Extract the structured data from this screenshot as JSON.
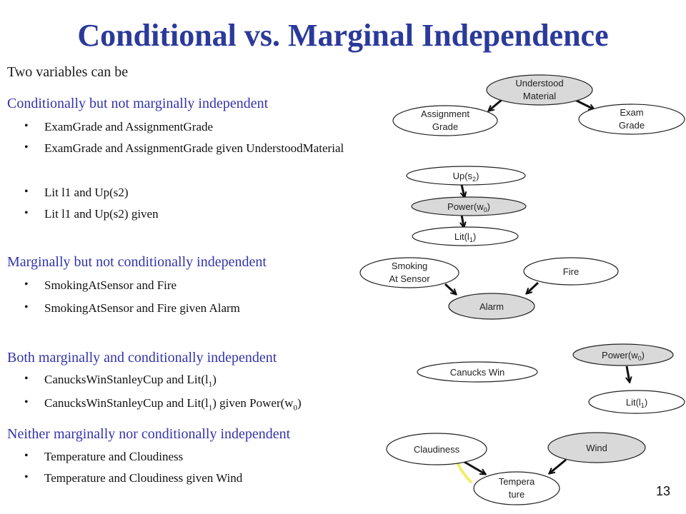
{
  "slide": {
    "title": "Conditional vs. Marginal Independence",
    "intro": "Two variables can be",
    "page_number": "13"
  },
  "sections": [
    {
      "heading": "Conditionally but not marginally independent",
      "bullets": [
        "ExamGrade and AssignmentGrade",
        "ExamGrade and AssignmentGrade given UnderstoodMaterial",
        "Lit l1 and  Up(s2)",
        "Lit l1 and  Up(s2) given"
      ]
    },
    {
      "heading": "Marginally but not conditionally independent",
      "bullets": [
        "SmokingAtSensor and Fire",
        "SmokingAtSensor and Fire given Alarm"
      ]
    },
    {
      "heading": "Both marginally and conditionally independent",
      "bullets": [
        {
          "pre": "CanucksWinStanleyCup and Lit(l",
          "sub": "1",
          "post": ")"
        },
        {
          "pre": "CanucksWinStanleyCup and Lit(l",
          "sub": "1",
          "post": ") given Power(w",
          "sub2": "0",
          "post2": ")"
        }
      ]
    },
    {
      "heading": "Neither marginally nor conditionally independent",
      "bullets": [
        "Temperature and Cloudiness",
        "Temperature and Cloudiness given Wind"
      ]
    }
  ],
  "diagrams": {
    "understood_material": [
      "Understood",
      "Material"
    ],
    "assignment_grade": [
      "Assignment",
      "Grade"
    ],
    "exam_grade": [
      "Exam",
      "Grade"
    ],
    "up_s2": {
      "pre": "Up(s",
      "sub": "2",
      "post": ")"
    },
    "power_w0": {
      "pre": "Power(w",
      "sub": "0",
      "post": ")"
    },
    "lit_l1": {
      "pre": "Lit(l",
      "sub": "1",
      "post": ")"
    },
    "smoking_at_sensor": [
      "Smoking",
      "At Sensor"
    ],
    "fire": "Fire",
    "alarm": "Alarm",
    "canucks_win": "Canucks Win",
    "power_w0_b": {
      "pre": "Power(w",
      "sub": "0",
      "post": ")"
    },
    "lit_l1_b": {
      "pre": "Lit(l",
      "sub": "1",
      "post": ")"
    },
    "claudiness": "Claudiness",
    "wind": "Wind",
    "temperature": [
      "Tempera",
      "ture"
    ]
  },
  "colors": {
    "title": "#2b3a9a",
    "heading": "#3333aa",
    "observed_node_fill": "#d9d9d9",
    "node_fill": "#ffffff",
    "highlight_stroke": "#f2ee6a"
  }
}
